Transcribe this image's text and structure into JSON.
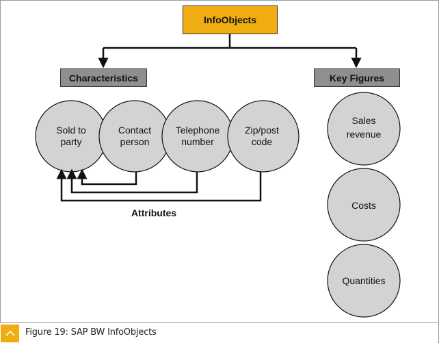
{
  "diagram": {
    "root": "InfoObjects",
    "characteristics": {
      "label": "Characteristics",
      "items": [
        "Sold to\nparty",
        "Contact\nperson",
        "Telephone\nnumber",
        "Zip/post\ncode"
      ]
    },
    "key_figures": {
      "label": "Key Figures",
      "items": [
        "Sales\nrevenue",
        "Costs",
        "Quantities"
      ]
    },
    "attributes_label": "Attributes"
  },
  "colors": {
    "accent": "#f0ad12",
    "category_box": "#8f8f8f",
    "circle_fill": "#d3d3d3",
    "line": "#111111"
  },
  "footer": {
    "icon": "chevron-up-icon",
    "caption": "Figure 19: SAP BW InfoObjects"
  }
}
